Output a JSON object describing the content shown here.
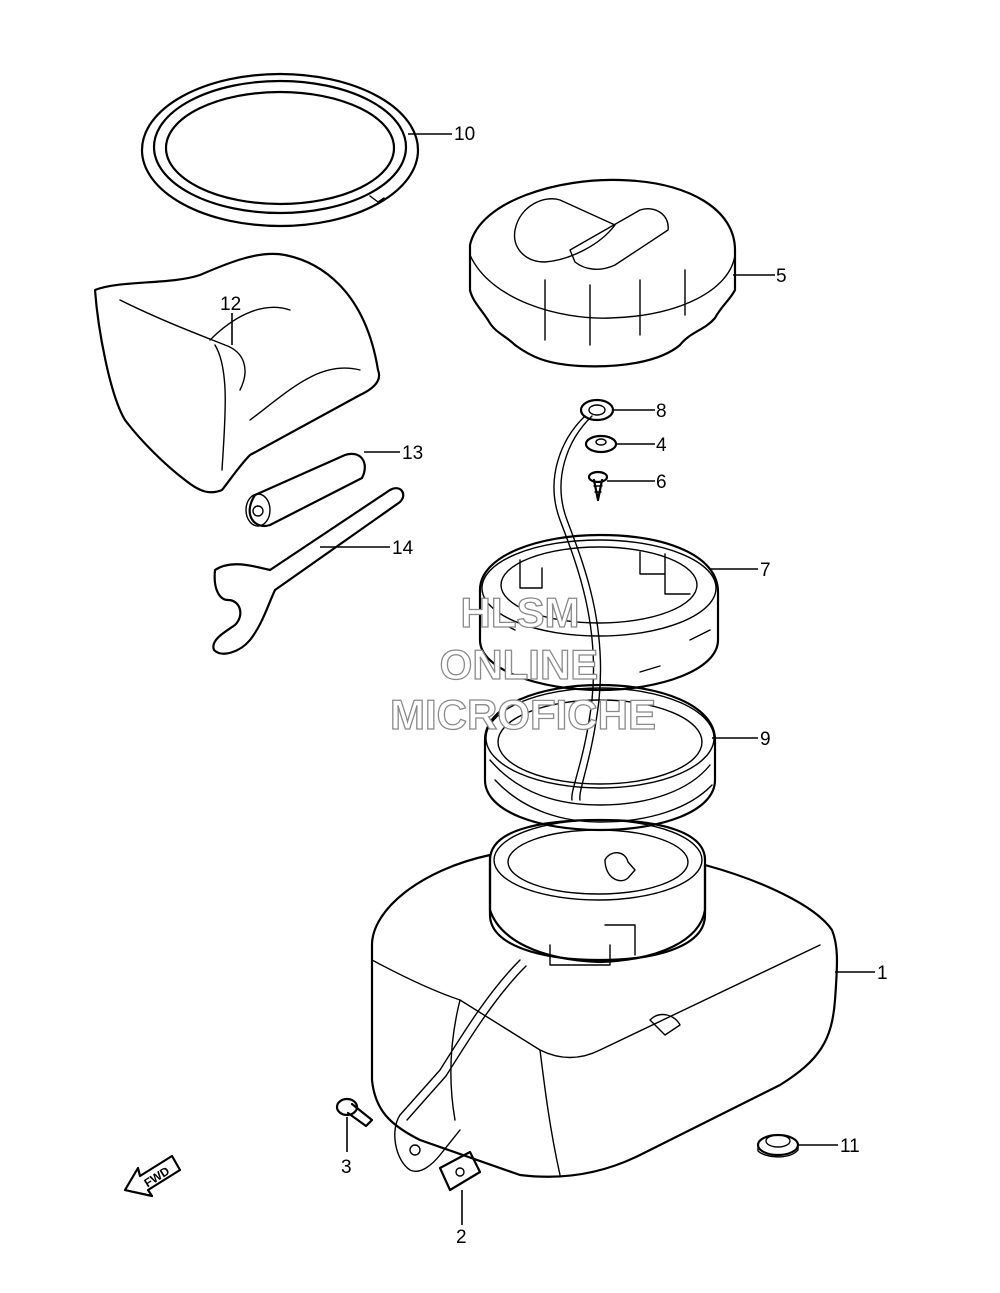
{
  "diagram": {
    "callouts": {
      "c1": "1",
      "c2": "2",
      "c3": "3",
      "c4": "4",
      "c5": "5",
      "c6": "6",
      "c7": "7",
      "c8": "8",
      "c9": "9",
      "c10": "10",
      "c11": "11",
      "c12": "12",
      "c13": "13",
      "c14": "14"
    },
    "direction_label": "FWD"
  },
  "watermark": {
    "line1": "HLSM",
    "line2": "ONLINE",
    "line3": "MICROFICHE"
  }
}
